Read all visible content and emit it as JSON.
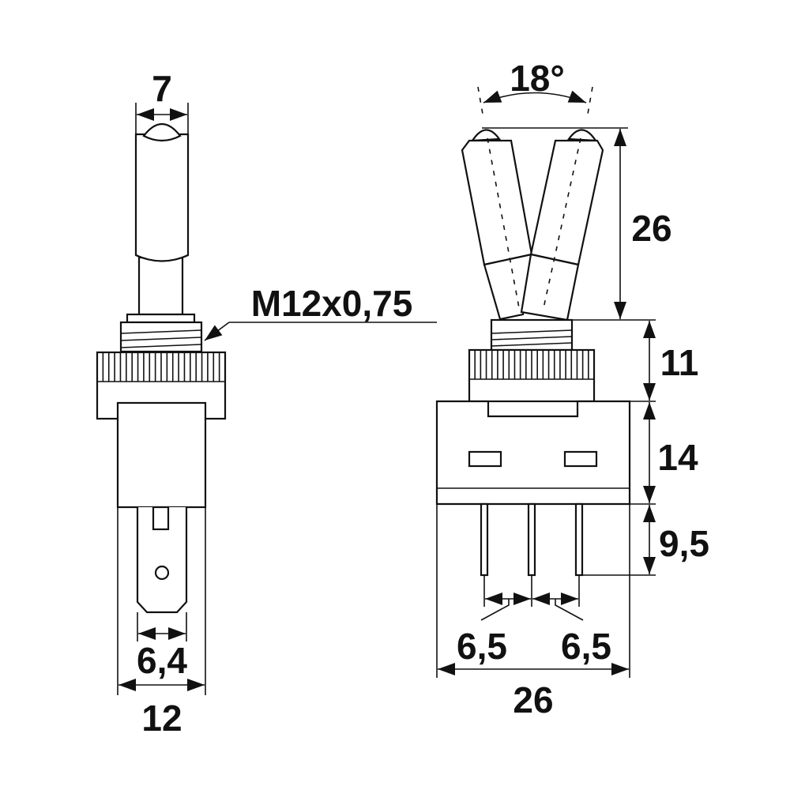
{
  "labels": {
    "lever_width": "7",
    "thread": "M12x0,75",
    "terminal_width": "6,4",
    "body_width_side": "12",
    "angle": "18°",
    "lever_height": "26",
    "bushing_height": "11",
    "body_height": "14",
    "pin_length": "9,5",
    "pin_pitch_left": "6,5",
    "pin_pitch_right": "6,5",
    "body_width_front": "26"
  },
  "colors": {
    "line": "#111111",
    "background": "#ffffff"
  }
}
